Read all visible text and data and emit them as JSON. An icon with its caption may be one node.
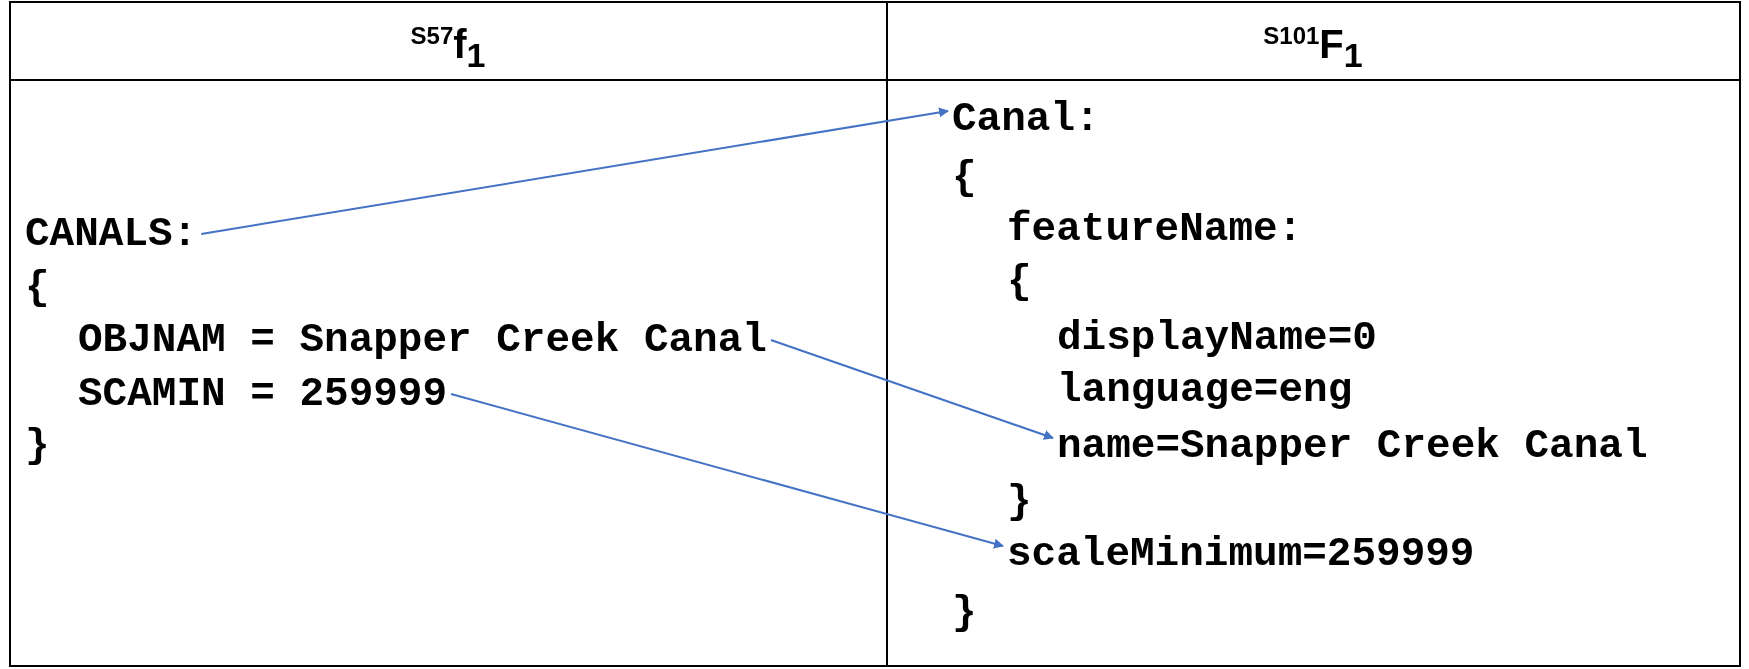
{
  "diagram": {
    "nodes": [
      {
        "text": [
          "CANALS:"
        ]
      },
      {
        "text": [
          "OBJNAM = Snapper Creek Canal"
        ]
      },
      {
        "text": [
          "SCAMIN = 259999"
        ]
      },
      {
        "text": [
          "Canal:"
        ]
      },
      {
        "text": [
          "name=Snapper Creek Canal"
        ]
      },
      {
        "text": [
          "scaleMinimum=259999"
        ]
      }
    ],
    "edges": [
      {
        "from": 0,
        "to": 3,
        "arrow": "to"
      },
      {
        "from": 1,
        "to": 4,
        "arrow": "to"
      },
      {
        "from": 2,
        "to": 5,
        "arrow": "to"
      }
    ],
    "labels": [
      "$^{S57}$f$_{1}$",
      "$^{S101}$F$_{1}$",
      "{",
      "}",
      "{",
      "featureName:",
      "{",
      "displayName=0",
      "language=eng",
      "}",
      "}"
    ]
  }
}
